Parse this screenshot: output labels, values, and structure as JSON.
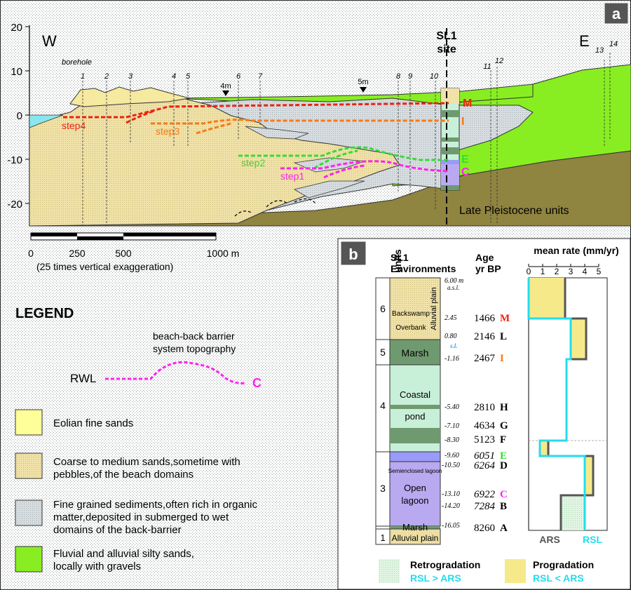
{
  "colors": {
    "eolian": "#ffff99",
    "beach": "#f0e2a8",
    "fine": "#d7dde0",
    "fluvial": "#88ee22",
    "pleistocene": "#8f8440",
    "sea": "#88e6ee",
    "marsh": "#6f9a6f",
    "pond": "#c8efd8",
    "lagoon": "#b9a9f0",
    "lagoon_top": "#9a9af8",
    "m_red": "#ee2211",
    "i_orange": "#ff7711",
    "e_green": "#33dd33",
    "c_magenta": "#ff22ee",
    "rsl_cyan": "#22ddee",
    "ars_gray": "#555555"
  },
  "panel_a": {
    "badge": "a",
    "y_ticks": [
      "20",
      "10",
      "0",
      "-10",
      "-20"
    ],
    "west": "W",
    "east": "E",
    "site_line1": "SL1",
    "site_line2": "site",
    "borehole_label": "borehole",
    "boreholes": [
      "1",
      "2",
      "3",
      "4",
      "5",
      "6",
      "7",
      "8",
      "9",
      "10",
      "11",
      "12",
      "13",
      "14"
    ],
    "depth_marks": [
      "4m",
      "5m"
    ],
    "steps": [
      "step4",
      "step3",
      "step2",
      "step1"
    ],
    "surface_letters": [
      "M",
      "I",
      "E",
      "C"
    ],
    "pleistocene_label": "Late Pleistocene units",
    "scale_ticks": [
      "0",
      "250",
      "500",
      "1000 m"
    ],
    "scale_note": "(25 times vertical exaggeration)"
  },
  "legend": {
    "title": "LEGEND",
    "topo_line1": "beach-back barrier",
    "topo_line2": "system topography",
    "rwl": "RWL",
    "letter": "C",
    "items": [
      {
        "line1": "Eolian fine sands",
        "line2": "",
        "line3": ""
      },
      {
        "line1": "Coarse to medium sands,sometime with",
        "line2": "pebbles,of the beach domains",
        "line3": ""
      },
      {
        "line1": "Fine grained sediments,often rich in organic",
        "line2": "matter,deposited in submerged to wet",
        "line3": "domains of the back-barrier"
      },
      {
        "line1": "Fluvial and alluvial silty sands,",
        "line2": "locally with gravels",
        "line3": ""
      }
    ]
  },
  "panel_b": {
    "badge": "b",
    "units_header": "units",
    "env_header1": "SL1",
    "env_header2": "Environments",
    "age_header1": "Age",
    "age_header2": "yr BP",
    "rate_header": "mean rate (mm/yr)",
    "rate_ticks": [
      "0",
      "1",
      "2",
      "3",
      "4",
      "5"
    ],
    "unit_numbers": [
      "6",
      "5",
      "4",
      "3",
      "1"
    ],
    "env_labels": [
      "Alluvial plain",
      "Backswamp",
      "Overbank",
      "Marsh",
      "Coastal",
      "pond",
      "Semienclosed lagoon",
      "Open",
      "lagoon",
      "Marsh",
      "Alluvial plain"
    ],
    "depth_labels": [
      "6.00 m",
      "a.s.l.",
      "2.45",
      "0.80",
      "s.l.",
      "-1.16",
      "-5.40",
      "-7.10",
      "-8.30",
      "-9.60",
      "-10.50",
      "-13.10",
      "-14.20",
      "-16.05"
    ],
    "ages": [
      {
        "age": "1466",
        "code": "M"
      },
      {
        "age": "2146",
        "code": "L"
      },
      {
        "age": "2467",
        "code": "I"
      },
      {
        "age": "2810",
        "code": "H"
      },
      {
        "age": "4634",
        "code": "G"
      },
      {
        "age": "5123",
        "code": "F"
      },
      {
        "age": "6051",
        "code": "E"
      },
      {
        "age": "6264",
        "code": "D"
      },
      {
        "age": "6922",
        "code": "C"
      },
      {
        "age": "7284",
        "code": "B"
      },
      {
        "age": "8260",
        "code": "A"
      }
    ],
    "ars_label": "ARS",
    "rsl_label": "RSL",
    "retro_title": "Retrogradation",
    "retro_rule": "RSL > ARS",
    "prog_title": "Progradation",
    "prog_rule": "RSL < ARS"
  }
}
